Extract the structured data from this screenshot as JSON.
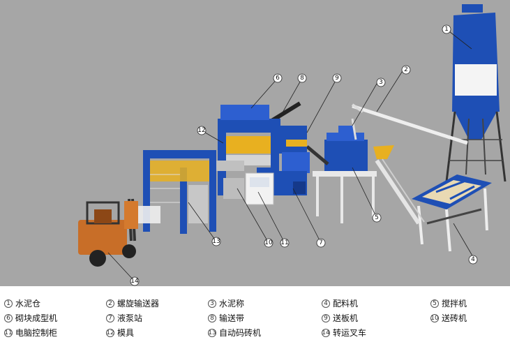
{
  "legend": [
    {
      "num": "1",
      "label": "水泥仓"
    },
    {
      "num": "2",
      "label": "螺旋输送器"
    },
    {
      "num": "3",
      "label": "水泥称"
    },
    {
      "num": "4",
      "label": "配料机"
    },
    {
      "num": "5",
      "label": "搅拌机"
    },
    {
      "num": "6",
      "label": "砌块成型机"
    },
    {
      "num": "7",
      "label": "液泵站"
    },
    {
      "num": "8",
      "label": "输送带"
    },
    {
      "num": "9",
      "label": "送板机"
    },
    {
      "num": "10",
      "label": "送砖机"
    },
    {
      "num": "11",
      "label": "电脑控制柜"
    },
    {
      "num": "12",
      "label": "模具"
    },
    {
      "num": "13",
      "label": "自动码砖机"
    },
    {
      "num": "14",
      "label": "转运叉车"
    }
  ],
  "callouts": {
    "c1": "1",
    "c2": "2",
    "c3": "3",
    "c4": "4",
    "c5": "5",
    "c6": "6",
    "c7": "7",
    "c8": "8",
    "c9": "9",
    "c10": "10",
    "c11": "11",
    "c12": "12",
    "c13": "13",
    "c14": "14"
  },
  "colors": {
    "machine_blue": "#1e4fb5",
    "silo_white": "#f4f4f4",
    "mold_yellow": "#e8b020",
    "forklift_orange": "#c86e28",
    "background": "#a6a6a6"
  }
}
